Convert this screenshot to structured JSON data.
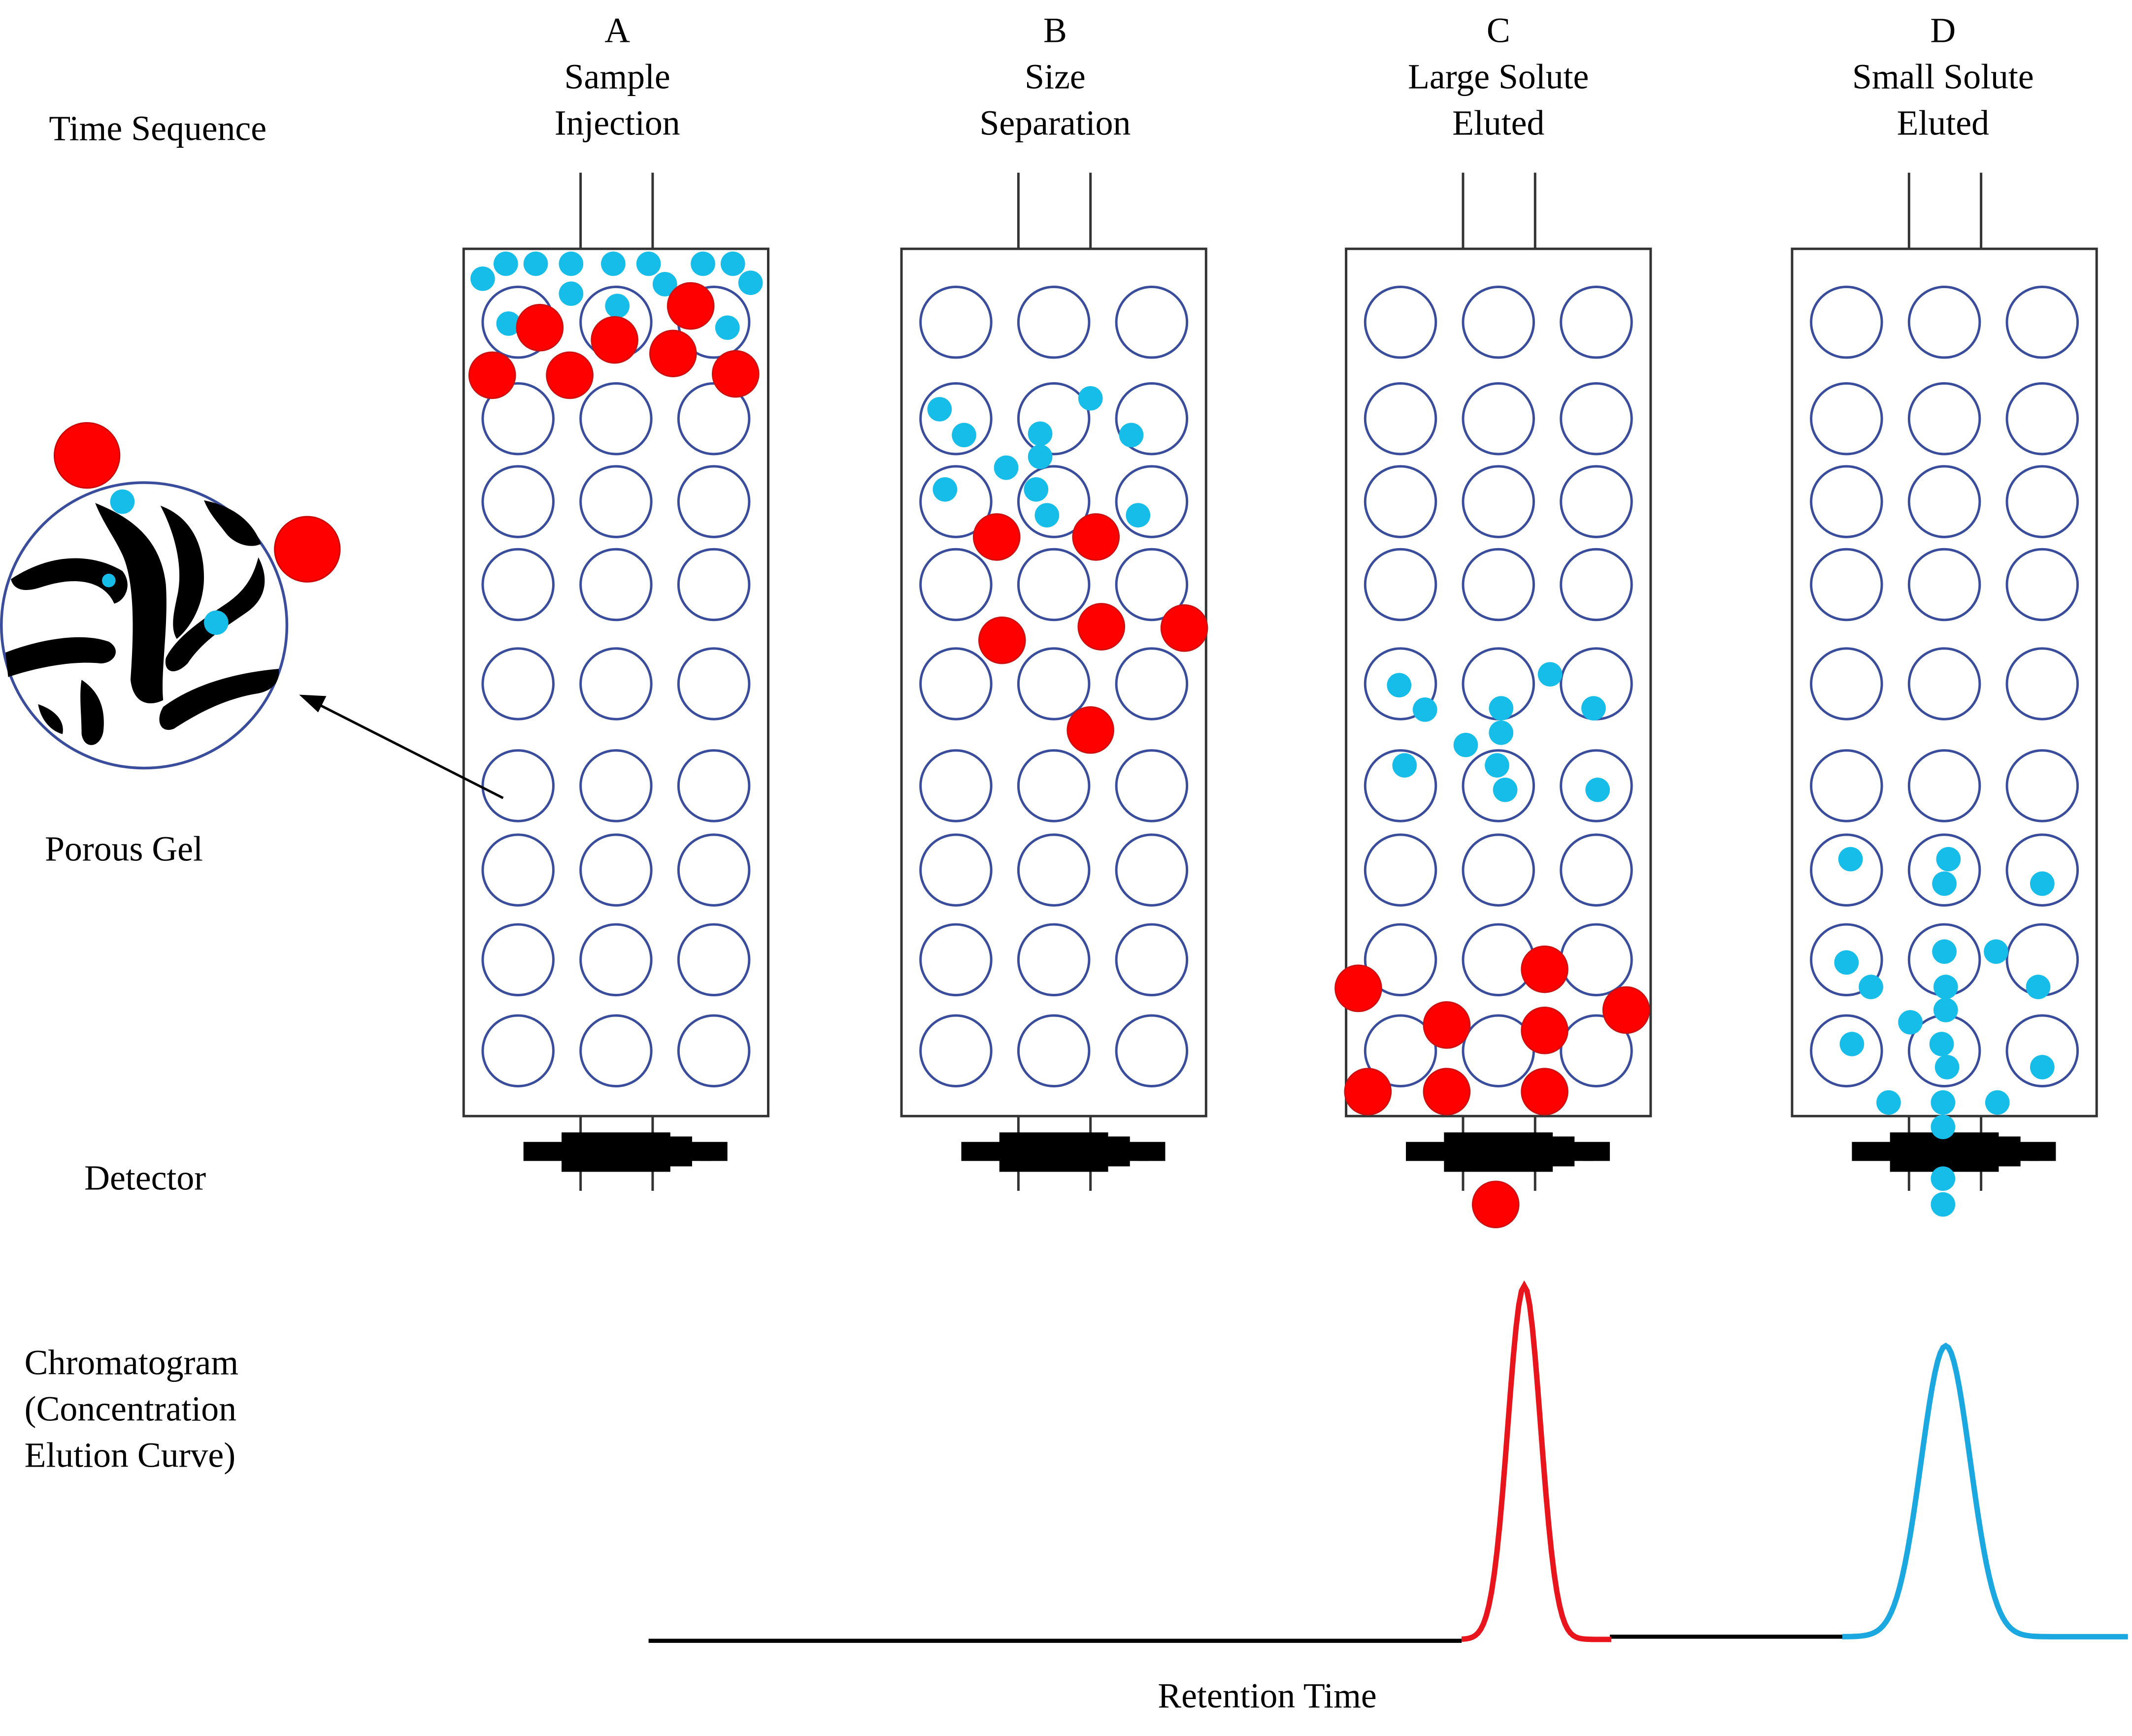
{
  "labels": {
    "time_sequence": "Time Sequence",
    "porous_gel": "Porous Gel",
    "detector": "Detector",
    "chromatogram_lines": [
      "Chromatogram",
      "(Concentration",
      "Elution Curve)"
    ],
    "retention_time": "Retention Time"
  },
  "stages": [
    {
      "letter": "A",
      "title_lines": [
        "Sample",
        "Injection"
      ]
    },
    {
      "letter": "B",
      "title_lines": [
        "Size",
        "Separation"
      ]
    },
    {
      "letter": "C",
      "title_lines": [
        "Large Solute",
        "Eluted"
      ]
    },
    {
      "letter": "D",
      "title_lines": [
        "Small Solute",
        "Eluted"
      ]
    }
  ],
  "colors": {
    "large_solute": "#ff0000",
    "small_solute": "#17bde9",
    "gel_bead_outline": "#3a4d9c",
    "column_outline": "#333333",
    "baseline": "#000000",
    "peak_large": "#e8161c",
    "peak_small": "#1ba8e0"
  }
}
